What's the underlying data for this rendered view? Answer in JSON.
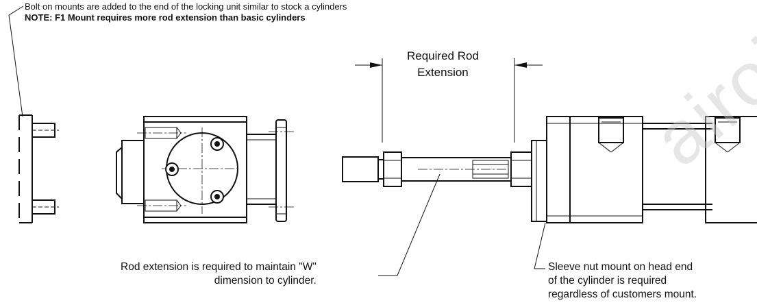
{
  "notes": {
    "line1": "Bolt on mounts are added to the end of the locking unit similar to stock a cylinders",
    "line2": "NOTE: F1 Mount requires more rod extension than basic cylinders"
  },
  "dimension": {
    "label": "Required Rod\nExtension"
  },
  "callouts": {
    "rod_extension": "Rod extension is required to maintain \"W\"\ndimension to cylinder.",
    "sleeve_nut": "Sleeve nut mount on head end\nof the cylinder is required\nregardless of customers mount."
  },
  "watermark": "airoil.com"
}
